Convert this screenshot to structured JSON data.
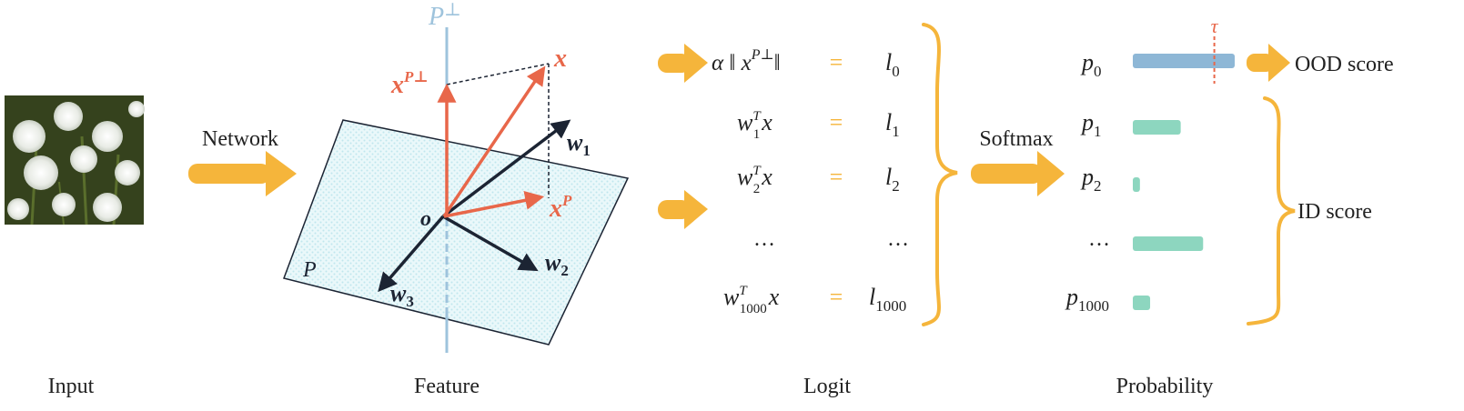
{
  "colors": {
    "arrow_orange": "#F5B53B",
    "vector_red": "#E8674A",
    "axis_blue": "#9EC3DC",
    "weight_dark": "#1C2433",
    "plane_fill": "#DDF3F6",
    "bar_blue": "#8EB7D6",
    "bar_green": "#8DD6BF",
    "equals_orange": "#F5B53B"
  },
  "image": {
    "name": "dandelion-photo"
  },
  "labels": {
    "network": "Network",
    "softmax": "Softmax",
    "ood_score": "OOD score",
    "id_score": "ID score"
  },
  "section_labels": {
    "input": "Input",
    "feature": "Feature",
    "logit": "Logit",
    "probability": "Probability"
  },
  "feature": {
    "axis_label": "P",
    "axis_sup": "⊥",
    "plane_label": "P",
    "origin": "o",
    "x": "x",
    "x_perp": "x",
    "x_perp_sup": "P⊥",
    "x_proj": "x",
    "x_proj_sup": "P",
    "w1": "w",
    "w1_sub": "1",
    "w2": "w",
    "w2_sub": "2",
    "w3": "w",
    "w3_sub": "3"
  },
  "logit": {
    "equals": "=",
    "rows": [
      {
        "lhs_main": "α ‖ x",
        "lhs_sup": "P⊥",
        "lhs_end": "‖",
        "rhs": "l",
        "rhs_sub": "0"
      },
      {
        "lhs_main": "w",
        "lhs_sup": "T",
        "lhs_sub": "1",
        "lhs_end": "x",
        "rhs": "l",
        "rhs_sub": "1"
      },
      {
        "lhs_main": "w",
        "lhs_sup": "T",
        "lhs_sub": "2",
        "lhs_end": "x",
        "rhs": "l",
        "rhs_sub": "2"
      },
      {
        "lhs_dots": "…",
        "rhs_dots": "…"
      },
      {
        "lhs_main": "w",
        "lhs_sup": "T",
        "lhs_sub": "1000",
        "lhs_end": "x",
        "rhs": "l",
        "rhs_sub": "1000"
      }
    ]
  },
  "probability": {
    "threshold": "τ",
    "rows": [
      {
        "label": "p",
        "sub": "0",
        "value": 1.0,
        "color": "#8EB7D6"
      },
      {
        "label": "p",
        "sub": "1",
        "value": 0.47,
        "color": "#8DD6BF"
      },
      {
        "label": "p",
        "sub": "2",
        "value": 0.07,
        "color": "#8DD6BF"
      },
      {
        "label": "…",
        "sub": "",
        "value": 0.69,
        "color": "#8DD6BF"
      },
      {
        "label": "p",
        "sub": "1000",
        "value": 0.17,
        "color": "#8DD6BF"
      }
    ],
    "threshold_value": 0.8
  }
}
